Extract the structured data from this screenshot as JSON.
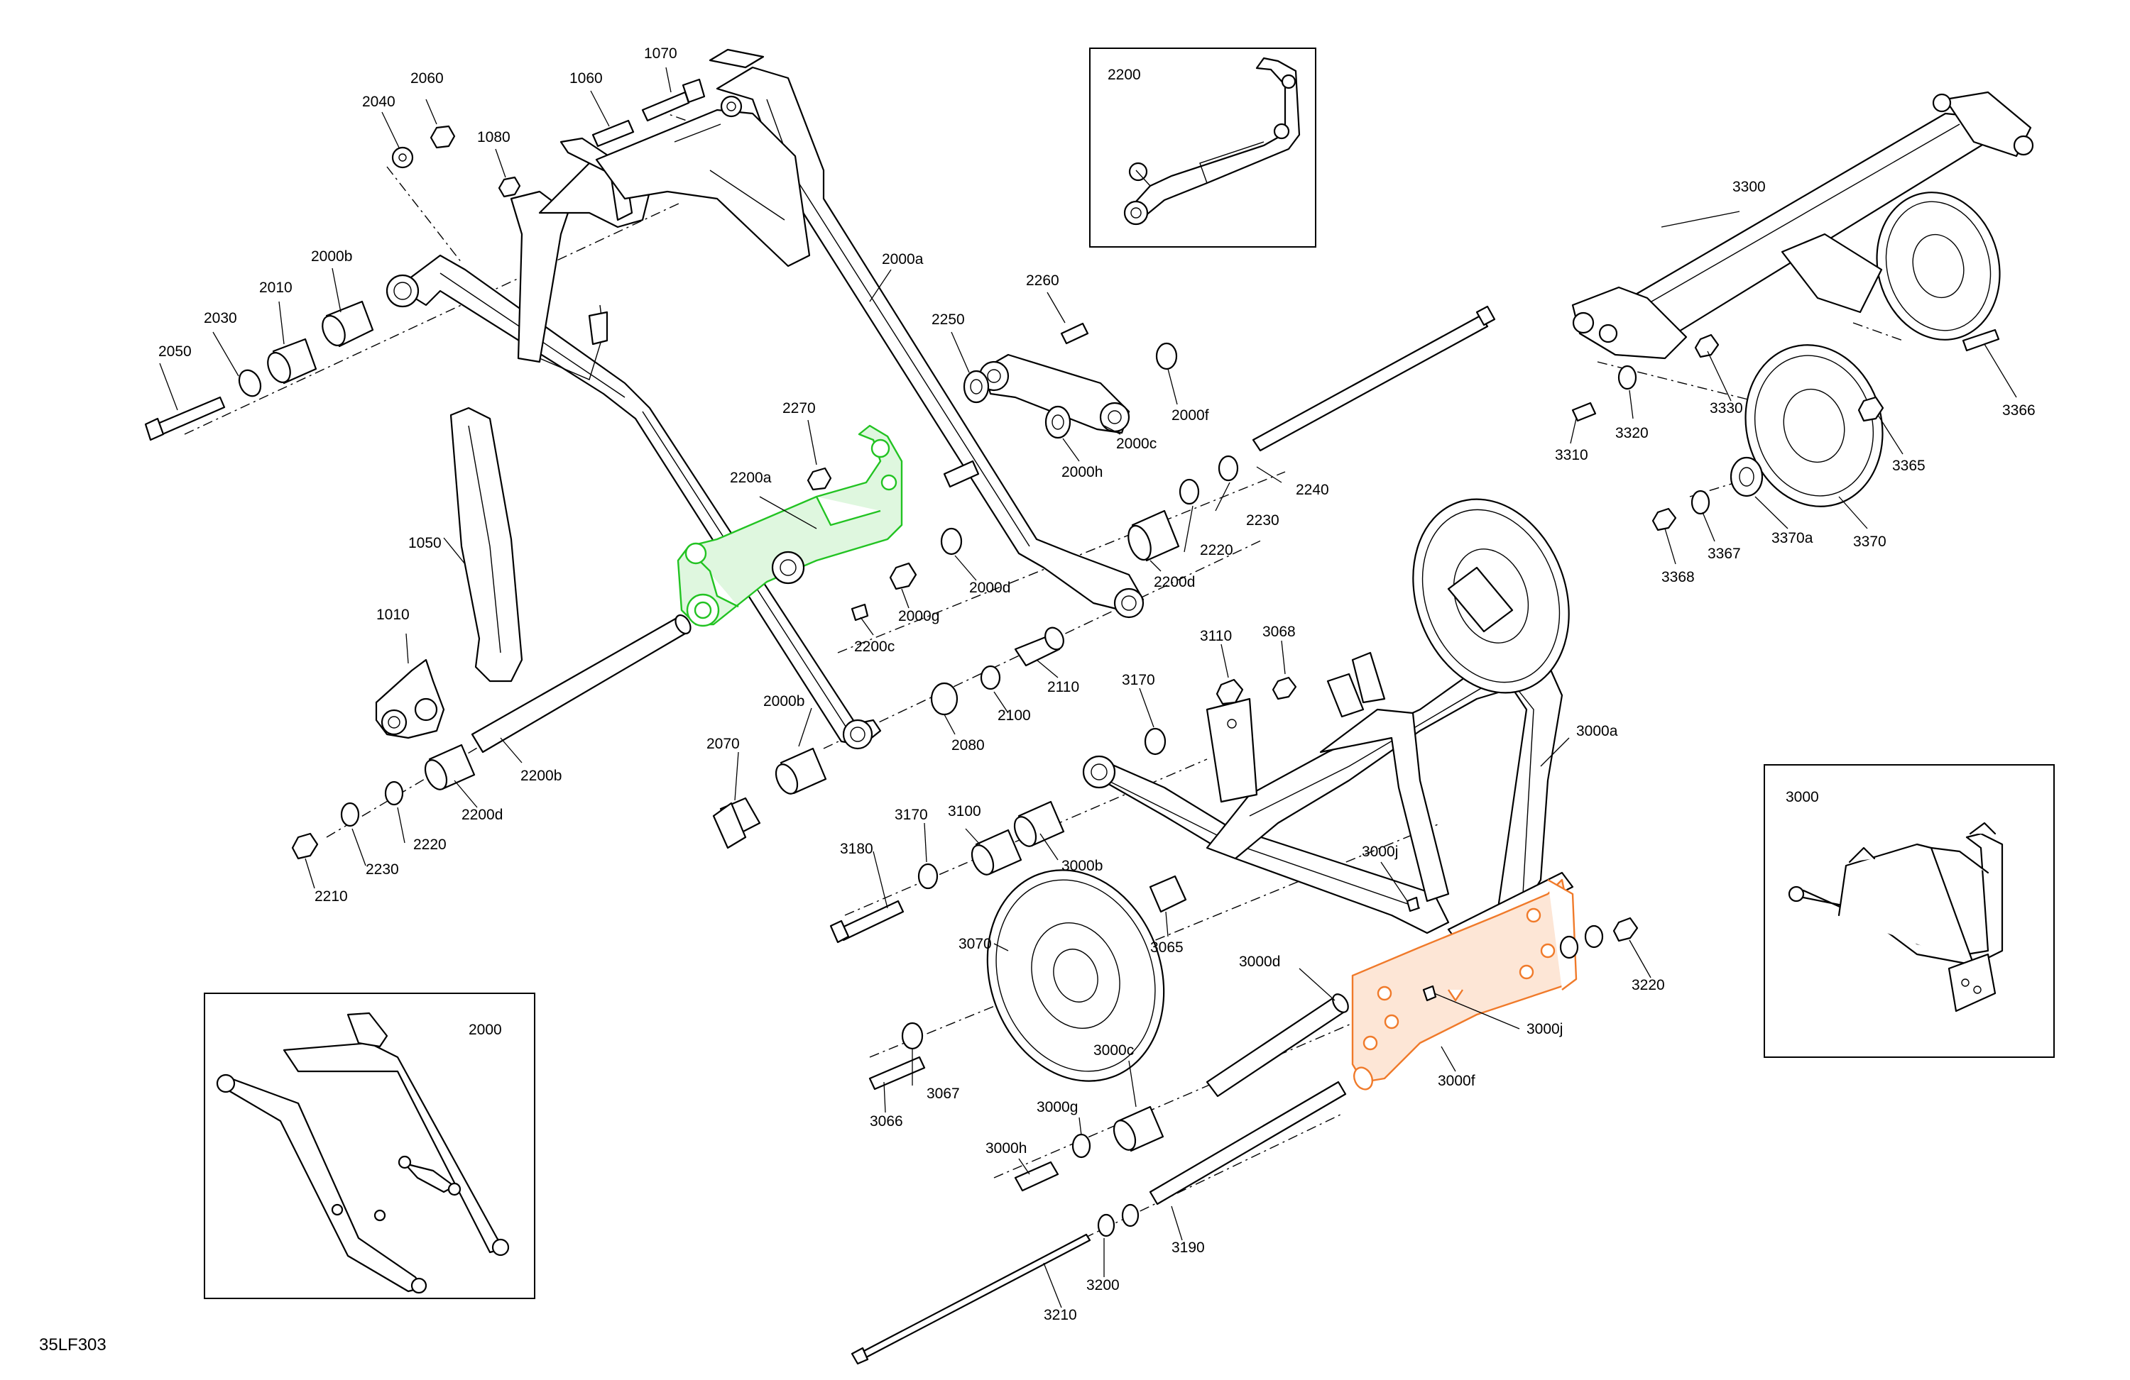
{
  "drawing_code": "35LF303",
  "accent_colors": {
    "highlight_green": "#22c322",
    "highlight_orange": "#f07a2a"
  },
  "insets": [
    {
      "id": "inset-2200",
      "label": "2200"
    },
    {
      "id": "inset-2000",
      "label": "2000"
    },
    {
      "id": "inset-3000",
      "label": "3000"
    }
  ],
  "callouts": {
    "1010": "1010",
    "1050": "1050",
    "1060": "1060",
    "1070": "1070",
    "1080": "1080",
    "2000a": "2000a",
    "2000b_top": "2000b",
    "2000b_mid": "2000b",
    "2000c": "2000c",
    "2000d": "2000d",
    "2000f": "2000f",
    "2000g": "2000g",
    "2000h": "2000h",
    "2010": "2010",
    "2030": "2030",
    "2040": "2040",
    "2050": "2050",
    "2060": "2060",
    "2070": "2070",
    "2080": "2080",
    "2100": "2100",
    "2110": "2110",
    "2200a": "2200a",
    "2200b": "2200b",
    "2200c": "2200c",
    "2200d_left": "2200d",
    "2200d_right": "2200d",
    "2210": "2210",
    "2220_left": "2220",
    "2220_right": "2220",
    "2230_left": "2230",
    "2230_right": "2230",
    "2240": "2240",
    "2250": "2250",
    "2260": "2260",
    "2270": "2270",
    "3000a": "3000a",
    "3000b": "3000b",
    "3000c": "3000c",
    "3000d": "3000d",
    "3000f": "3000f",
    "3000g": "3000g",
    "3000h": "3000h",
    "3000j_upper": "3000j",
    "3000j_lower": "3000j",
    "3065": "3065",
    "3066": "3066",
    "3067": "3067",
    "3068": "3068",
    "3070": "3070",
    "3100": "3100",
    "3110": "3110",
    "3170_upper": "3170",
    "3170_lower": "3170",
    "3180": "3180",
    "3190": "3190",
    "3200": "3200",
    "3210": "3210",
    "3220": "3220",
    "3300": "3300",
    "3310": "3310",
    "3320": "3320",
    "3330": "3330",
    "3365": "3365",
    "3366": "3366",
    "3367": "3367",
    "3368": "3368",
    "3370": "3370",
    "3370a": "3370a"
  }
}
